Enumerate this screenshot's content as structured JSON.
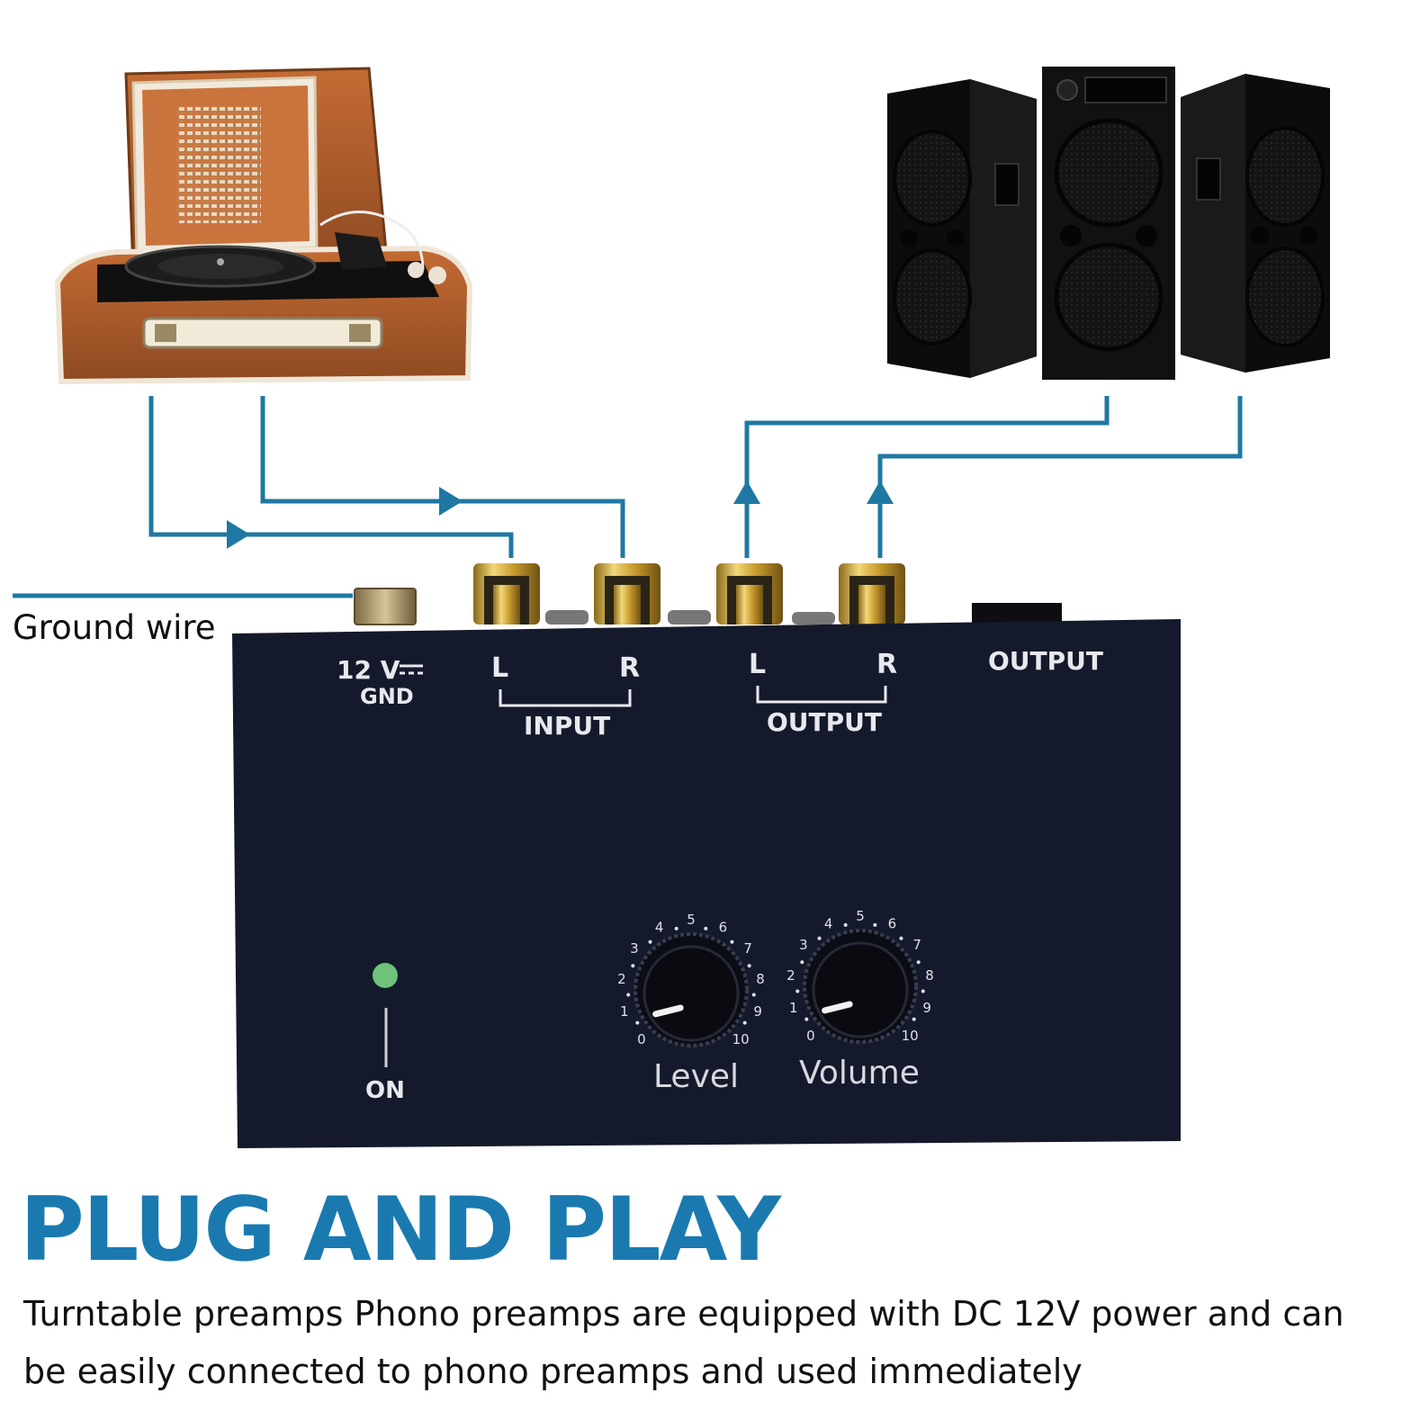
{
  "colors": {
    "accent": "#1a7ab0",
    "connector_line": "#1f78a3",
    "device_body": "#141a2b",
    "gold_jack": "#d9b64a",
    "led": "#6ec27a"
  },
  "ground_wire": {
    "label": "Ground wire"
  },
  "device": {
    "power_label": "12 V",
    "gnd_label": "GND",
    "input": {
      "left": "L",
      "right": "R",
      "label": "INPUT"
    },
    "output": {
      "left": "L",
      "right": "R",
      "label": "OUTPUT"
    },
    "output_jack_label": "OUTPUT",
    "on_label": "ON",
    "knobs": [
      {
        "label": "Level",
        "scale": [
          "0",
          "1",
          "2",
          "3",
          "4",
          "5",
          "6",
          "7",
          "8",
          "9",
          "10"
        ]
      },
      {
        "label": "Volume",
        "scale": [
          "0",
          "1",
          "2",
          "3",
          "4",
          "5",
          "6",
          "7",
          "8",
          "9",
          "10"
        ]
      }
    ]
  },
  "images": {
    "turntable": "turntable-image",
    "speakers": "speakers-image"
  },
  "headline": "PLUG AND PLAY",
  "description": "Turntable preamps Phono preamps are equipped with DC 12V power and can be easily connected to phono preamps and used immediately"
}
